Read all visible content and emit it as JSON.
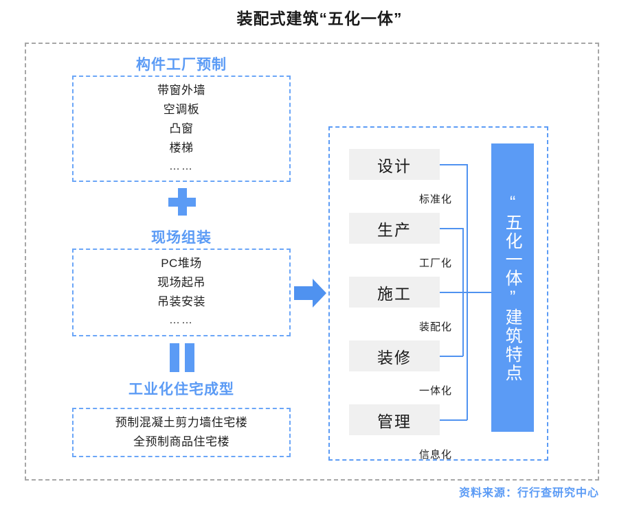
{
  "title": "装配式建筑“五化一体”",
  "colors": {
    "accent_blue": "#5b9bf5",
    "connector_blue": "#4f92f0",
    "outer_dash_gray": "#a6a6a6",
    "stage_box_gray": "#f0f0f0",
    "text_dark": "#1a1a1a"
  },
  "left_column": {
    "groups": [
      {
        "heading": "构件工厂预制",
        "items": [
          "带窗外墙",
          "空调板",
          "凸窗",
          "楼梯"
        ],
        "ellipsis": "……"
      },
      {
        "heading": "现场组装",
        "items": [
          "PC堆场",
          "现场起吊",
          "吊装安装"
        ],
        "ellipsis": "……"
      },
      {
        "heading": "工业化住宅成型",
        "items": [
          "预制混凝土剪力墙住宅楼",
          "全预制商品住宅楼"
        ],
        "ellipsis": ""
      }
    ],
    "operators": {
      "plus": "+",
      "equals": "="
    }
  },
  "arrow": {
    "direction": "right"
  },
  "right_panel": {
    "stages": [
      {
        "name": "设计",
        "attribute": "标准化"
      },
      {
        "name": "生产",
        "attribute": "工厂化"
      },
      {
        "name": "施工",
        "attribute": "装配化"
      },
      {
        "name": "装修",
        "attribute": "一体化"
      },
      {
        "name": "管理",
        "attribute": "信息化"
      }
    ],
    "feature_bar": "“五化一体”建筑特点"
  },
  "footer": {
    "source": "资料来源：行行查研究中心"
  }
}
